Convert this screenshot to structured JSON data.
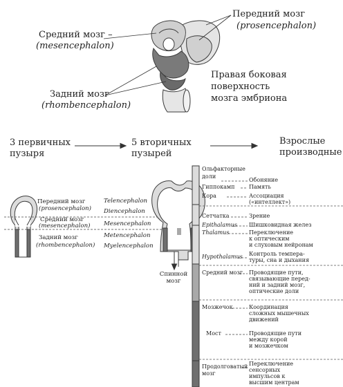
{
  "top": {
    "forebrain": "Передний мозг",
    "forebrain_latin": "(prosencephalon)",
    "midbrain": "Средний мозг –",
    "midbrain_latin": "(mesencephalon)",
    "hindbrain": "Задний мозг",
    "hindbrain_latin": "(rhombencephalon)",
    "caption_1": "Правая боковая",
    "caption_2": "поверхность",
    "caption_3": "мозга эмбриона"
  },
  "stages": {
    "primary_1": "3 первичных",
    "primary_2": "пузыря",
    "secondary_1": "5 вторичных",
    "secondary_2": "пузырей",
    "adult_1": "Взрослые",
    "adult_2": "производные"
  },
  "primary_vesicles": {
    "forebrain": "Передний мозг",
    "forebrain_latin": "(prosencephalon)",
    "midbrain": "Средний мозг",
    "midbrain_latin": "(mesencephalon)",
    "hindbrain": "Задний мозг",
    "hindbrain_latin": "(rhombencephalon)"
  },
  "secondary_vesicles": [
    "Telencephalon",
    "Diencephalon",
    "Mesencephalon",
    "Metencephalon",
    "Myelencephalon"
  ],
  "spinal_cord_1": "Спинной",
  "spinal_cord_2": "мозг",
  "derivatives": {
    "olfactory_1": "Ольфакторные",
    "olfactory_2": "доли",
    "olfactory_fn": "Обоняние",
    "hippocampus": "Гиппокамп",
    "hippocampus_fn": "Память",
    "cortex": "Кора",
    "cortex_fn_1": "Ассоциация",
    "cortex_fn_2": "(«интеллект»)",
    "retina": "Сетчатка",
    "retina_fn": "Зрение",
    "epithalamus": "Epithalamus",
    "epithalamus_fn": "Шишковидная желез",
    "thalamus": "Thalamus",
    "thalamus_fn_1": "Переключение",
    "thalamus_fn_2": "к оптическим",
    "thalamus_fn_3": "и слуховым нейронам",
    "hypothalamus": "Hypothalamus",
    "hypothalamus_fn_1": "Контроль темпера-",
    "hypothalamus_fn_2": "туры, сна и дыхания",
    "midbrain": "Средний мозг",
    "midbrain_fn_1": "Проводящие пути,",
    "midbrain_fn_2": "связывающие перед-",
    "midbrain_fn_3": "ний и задний мозг,",
    "midbrain_fn_4": "оптические доли",
    "cerebellum": "Мозжечок",
    "cerebellum_fn_1": "Координация",
    "cerebellum_fn_2": "сложных мышечных",
    "cerebellum_fn_3": "движений",
    "pons": "Мост",
    "pons_fn_1": "Проводящие пути",
    "pons_fn_2": "между корой",
    "pons_fn_3": "и мозжечком",
    "medulla_1": "Продолговатый",
    "medulla_2": "мозг",
    "medulla_fn_1": "Переключение",
    "medulla_fn_2": "сенсорных",
    "medulla_fn_3": "импульсов к",
    "medulla_fn_4": "высшим центрам"
  },
  "colors": {
    "light_gray": "#dcdcdc",
    "mid_gray": "#a9a9a9",
    "dark_gray": "#6f6f6f",
    "outline": "#3a3a3a"
  }
}
